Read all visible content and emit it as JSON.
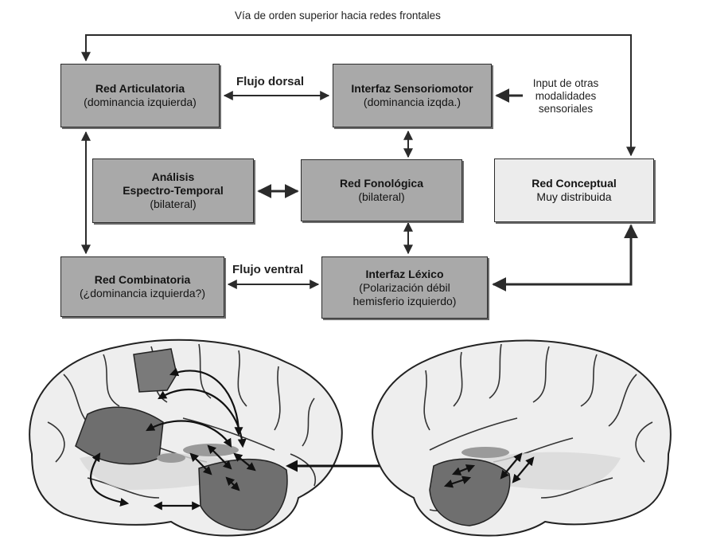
{
  "diagram": {
    "top_path_label": "Vía  de orden superior hacia redes frontales",
    "nodes": [
      {
        "id": "articulatoria",
        "title": "Red Articulatoria",
        "subtitle": "(dominancia izquierda)"
      },
      {
        "id": "sensoriomotor",
        "title": "Interfaz Sensoriomotor",
        "subtitle": "(dominancia izqda.)"
      },
      {
        "id": "espectro",
        "title": "Análisis",
        "title2": "Espectro-Temporal",
        "subtitle": "(bilateral)"
      },
      {
        "id": "fonologica",
        "title": "Red Fonológica",
        "subtitle": "(bilateral)"
      },
      {
        "id": "conceptual",
        "title": "Red Conceptual",
        "subtitle": "Muy distribuida"
      },
      {
        "id": "combinatoria",
        "title": "Red Combinatoria",
        "subtitle": "(¿dominancia izquierda?)"
      },
      {
        "id": "lexico",
        "title": "Interfaz Léxico",
        "subtitle": "(Polarización débil",
        "subtitle2": "hemisferio izquierdo)"
      }
    ],
    "flow_dorsal_label": "Flujo dorsal",
    "flow_ventral_label": "Flujo ventral",
    "input_label": [
      "Input de otras",
      "modalidades",
      "sensoriales"
    ]
  },
  "colors": {
    "box_dark": "#a9a9a9",
    "box_light": "#ececec",
    "line": "#2b2b2b",
    "region_dark": "#6e6e6e",
    "region_mid": "#9a9a9a",
    "region_light": "#c4c4c4"
  },
  "illustration": {
    "left": "left-hemisphere-brain",
    "right": "right-hemisphere-brain"
  }
}
